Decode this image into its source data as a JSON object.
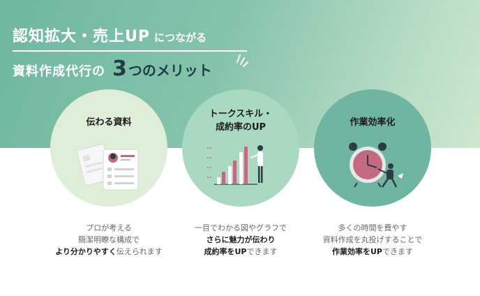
{
  "headline": {
    "line1_big": "認知拡大・売上UP",
    "line1_small": "につながる",
    "line2_prefix": "資料作成代行の",
    "line2_number": "3",
    "line2_suffix": "つのメリット"
  },
  "merits": [
    {
      "title": "伝わる資料",
      "title_line2": "",
      "caption_line1": "プロが考える",
      "caption_line2": "簡潔明瞭な構成で",
      "caption_bold": "より分かりやすく",
      "caption_after": "伝えられます"
    },
    {
      "title": "トークスキル・",
      "title_line2": "成約率のUP",
      "caption_line1": "一目でわかる図やグラフで",
      "caption_line2_bold": "さらに魅力が伝わり",
      "caption_bold": "成約率をUP",
      "caption_after": "できます"
    },
    {
      "title": "作業効率化",
      "title_line2": "",
      "caption_line1": "多くの時間を費やす",
      "caption_line2": "資料作成を丸投げすることで",
      "caption_bold": "作業効率をUP",
      "caption_after": "できます"
    }
  ],
  "colors": {
    "hero_gradient_start": "#6fb79f",
    "hero_gradient_end": "#cfe7cf",
    "accent_dark": "#1e3b47",
    "accent_pink": "#c26b80"
  }
}
